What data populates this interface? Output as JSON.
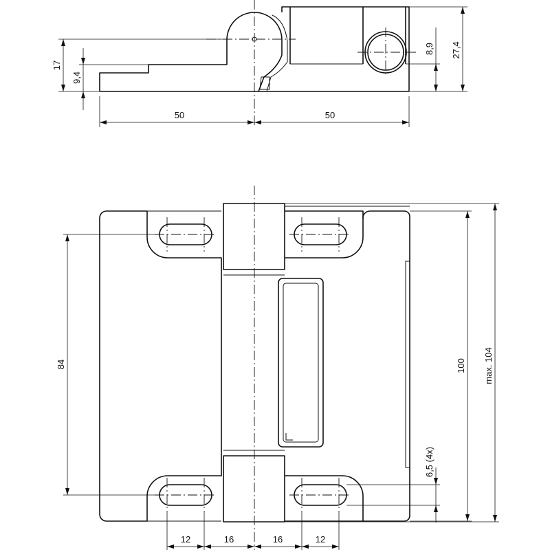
{
  "dimensions": {
    "side_view": {
      "total_height": "17",
      "base_thickness": "9,4",
      "left_width": "50",
      "right_width": "50",
      "pin_height": "8,9",
      "overall_height": "27,4"
    },
    "front_view": {
      "hole_spacing_vertical": "84",
      "height": "100",
      "max_height": "max. 104",
      "hole_diameter": "6,5 (4x)",
      "bottom_spacings": [
        "12",
        "16",
        "16",
        "12"
      ]
    }
  }
}
